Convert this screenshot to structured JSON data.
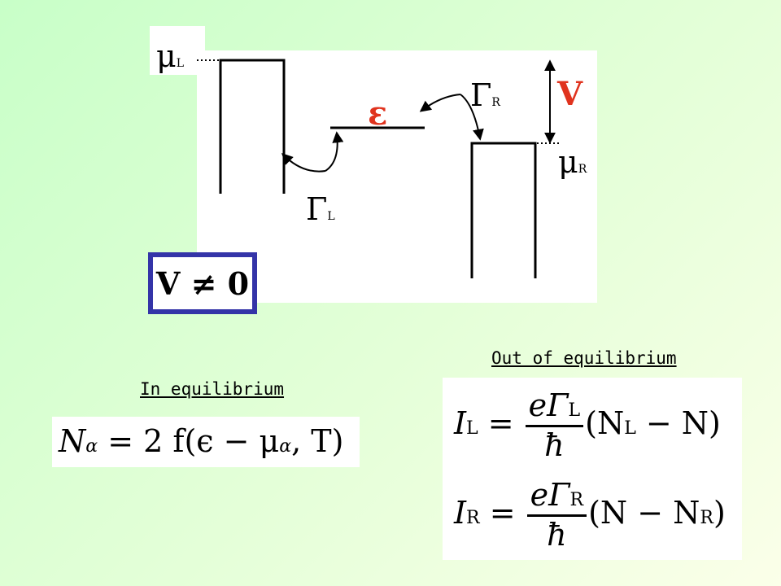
{
  "labels": {
    "mu_L": "μ",
    "mu_L_sub": "L",
    "mu_R": "μ",
    "mu_R_sub": "R",
    "gamma_L": "Γ",
    "gamma_L_sub": "L",
    "gamma_R": "Γ",
    "gamma_R_sub": "R",
    "epsilon": "ε",
    "bias": "V",
    "bias_condition": "V ≠ 0"
  },
  "captions": {
    "equilibrium": "In equilibrium",
    "out_of_equilibrium": "Out of equilibrium"
  },
  "equations": {
    "equilibrium": {
      "lhs": "N",
      "lhs_sub": "α",
      "rhs": "= 2 f(ϵ − μ",
      "rhs_sub": "α",
      "rhs_end": ", T)"
    },
    "current_L": {
      "lhs": "I",
      "lhs_sub": "L",
      "eq": "=",
      "num": "eΓ",
      "num_sub": "L",
      "den": "ħ",
      "rhs": "(N",
      "rhs_sub": "L",
      "rhs_end": " − N)"
    },
    "current_R": {
      "lhs": "I",
      "lhs_sub": "R",
      "eq": "=",
      "num": "eΓ",
      "num_sub": "R",
      "den": "ħ",
      "rhs": "(N − N",
      "rhs_sub": "R",
      "rhs_end": ")"
    }
  },
  "colors": {
    "bias_red": "#e0331e",
    "box_blue": "#3434a8"
  }
}
